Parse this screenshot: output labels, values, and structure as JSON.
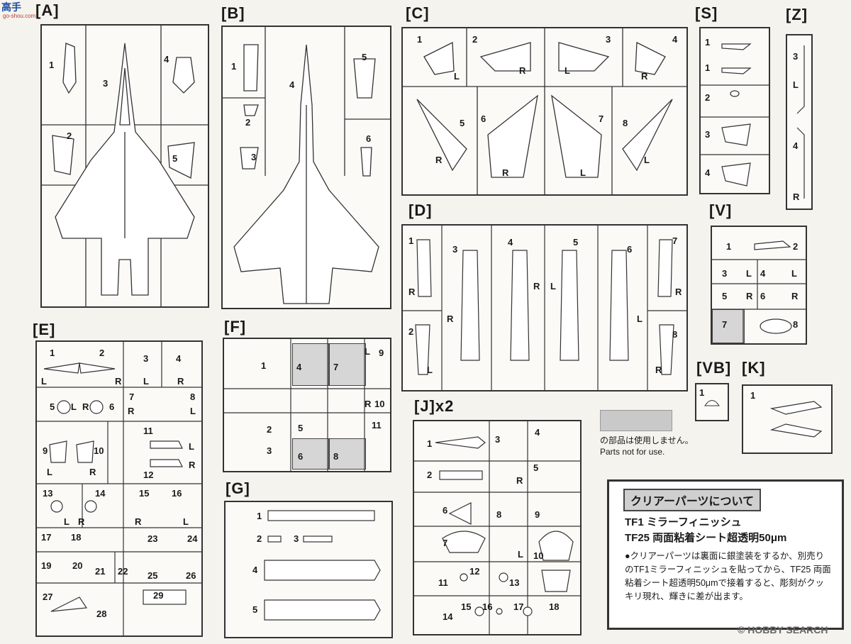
{
  "logo": {
    "title": "高手",
    "subtitle": "go-shou.com"
  },
  "sprues": {
    "A": "[A]",
    "B": "[B]",
    "C": "[C]",
    "D": "[D]",
    "E": "[E]",
    "F": "[F]",
    "G": "[G]",
    "J": "[J]x2",
    "S": "[S]",
    "V": "[V]",
    "VB": "[VB]",
    "K": "[K]",
    "Z": "[Z]"
  },
  "parts_A": [
    "1",
    "2",
    "3",
    "4",
    "5"
  ],
  "parts_B": [
    "1",
    "2",
    "3",
    "4",
    "5",
    "6"
  ],
  "parts_C": [
    "1",
    "2",
    "3",
    "4",
    "5",
    "6",
    "7",
    "8"
  ],
  "parts_C_lr": [
    "L",
    "R",
    "L",
    "R",
    "R",
    "R",
    "L",
    "L"
  ],
  "parts_D": [
    "1",
    "2",
    "3",
    "4",
    "5",
    "6",
    "7",
    "8"
  ],
  "parts_E": [
    "1",
    "2",
    "3",
    "4",
    "5",
    "6",
    "7",
    "8",
    "9",
    "10",
    "11",
    "12",
    "13",
    "14",
    "15",
    "16",
    "17",
    "18",
    "19",
    "20",
    "21",
    "22",
    "23",
    "24",
    "25",
    "26",
    "27",
    "28",
    "29"
  ],
  "parts_F": [
    "1",
    "2",
    "3",
    "4",
    "5",
    "6",
    "7",
    "8",
    "9",
    "10",
    "11"
  ],
  "parts_G": [
    "1",
    "2",
    "3",
    "4",
    "5"
  ],
  "parts_J": [
    "1",
    "2",
    "3",
    "4",
    "5",
    "6",
    "7",
    "8",
    "9",
    "10",
    "11",
    "12",
    "13",
    "14",
    "15",
    "16",
    "17",
    "18"
  ],
  "parts_S": [
    "1",
    "1",
    "2",
    "3",
    "4"
  ],
  "parts_V": [
    "1",
    "2",
    "3",
    "4",
    "5",
    "6",
    "7",
    "8"
  ],
  "parts_VB": [
    "1"
  ],
  "parts_K": [
    "1"
  ],
  "parts_Z": [
    "3",
    "L",
    "4",
    "R"
  ],
  "side": {
    "L": "L",
    "R": "R"
  },
  "legend": {
    "jp": "の部品は使用しません。",
    "en": "Parts not for use."
  },
  "clear_parts": {
    "heading": "クリアーパーツについて",
    "line1": "TF1 ミラーフィニッシュ",
    "line2": "TF25 両面粘着シート超透明50μm",
    "body": "●クリアーパーツは裏面に銀塗装をするか、別売りのTF1ミラーフィニッシュを貼ってから、TF25 両面粘着シート超透明50μmで接着すると、彫刻がクッキリ現れ、輝きに差が出ます。"
  },
  "watermark": "© HOBBY SEARCH",
  "colors": {
    "unused_gray": "#c9c9c9",
    "line": "#333333"
  }
}
